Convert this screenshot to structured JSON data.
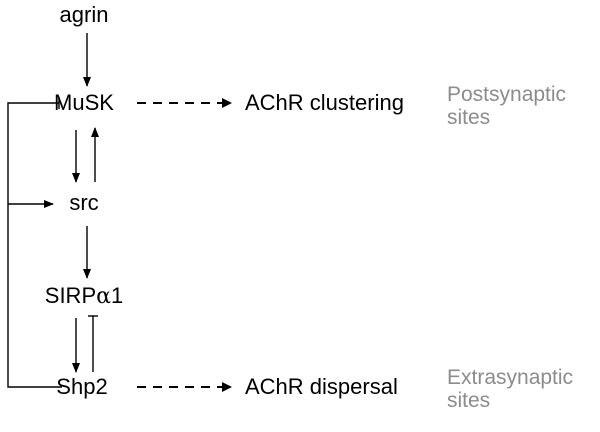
{
  "nodes": {
    "agrin": "agrin",
    "musk": "MuSK",
    "src": "src",
    "sirp_prefix": "SIRP",
    "sirp_greek": "α",
    "sirp_suffix": "1",
    "shp2": "Shp2"
  },
  "outcomes": {
    "clustering": "AChR clustering",
    "dispersal": "AChR dispersal"
  },
  "sites": {
    "postsynaptic_line1": "Postsynaptic",
    "postsynaptic_line2": "sites",
    "extrasynaptic_line1": "Extrasynaptic",
    "extrasynaptic_line2": "sites"
  }
}
